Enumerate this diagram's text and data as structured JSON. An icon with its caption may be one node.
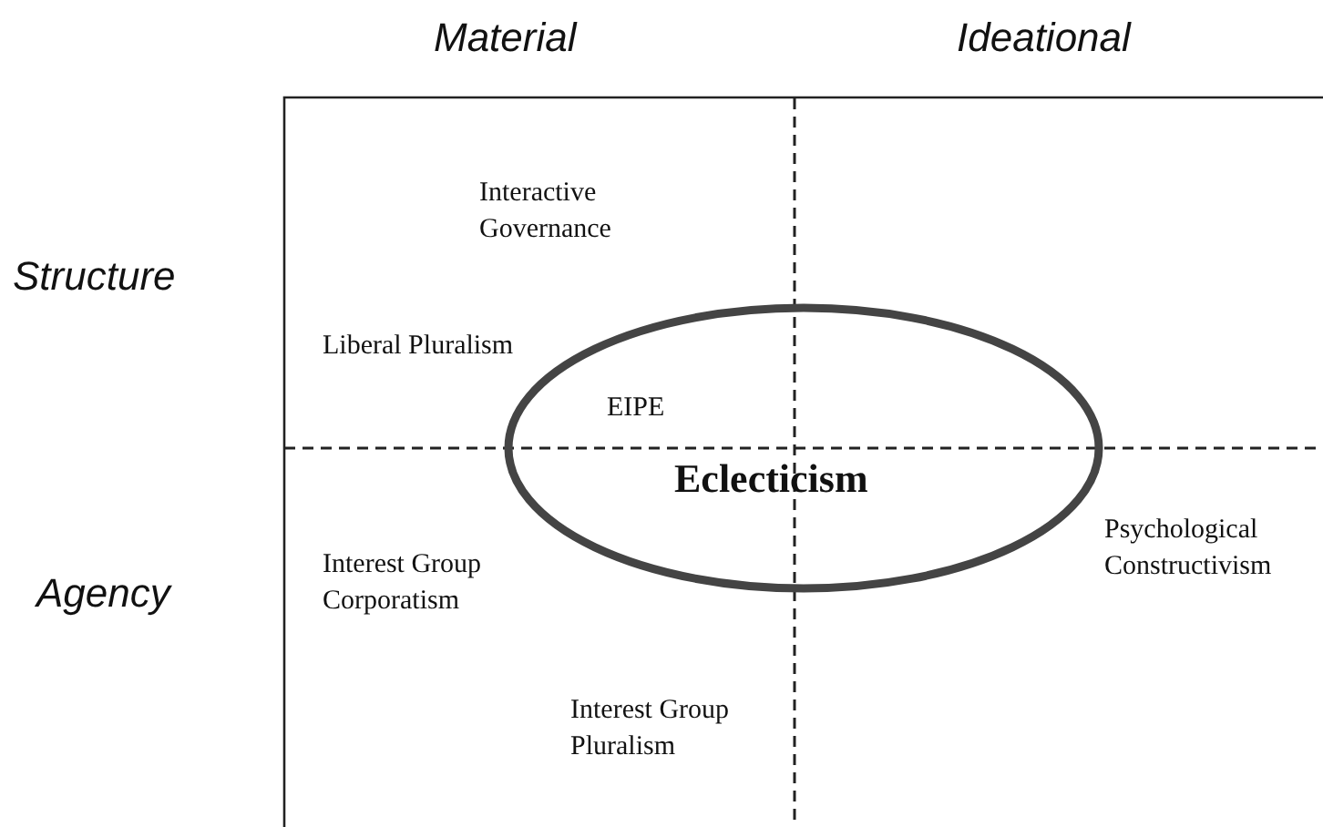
{
  "diagram": {
    "nodes": [
      {
        "text": [
          "EIPE",
          "Eclecticism"
        ]
      }
    ],
    "edges": [],
    "labels": [
      "Material",
      "Ideational",
      "Interactive Governance",
      "Structure",
      "Liberal Pluralism",
      "Psychological Constructivism",
      "Agency",
      "Interest Group Corporatism",
      "Interest Group Pluralism"
    ]
  }
}
